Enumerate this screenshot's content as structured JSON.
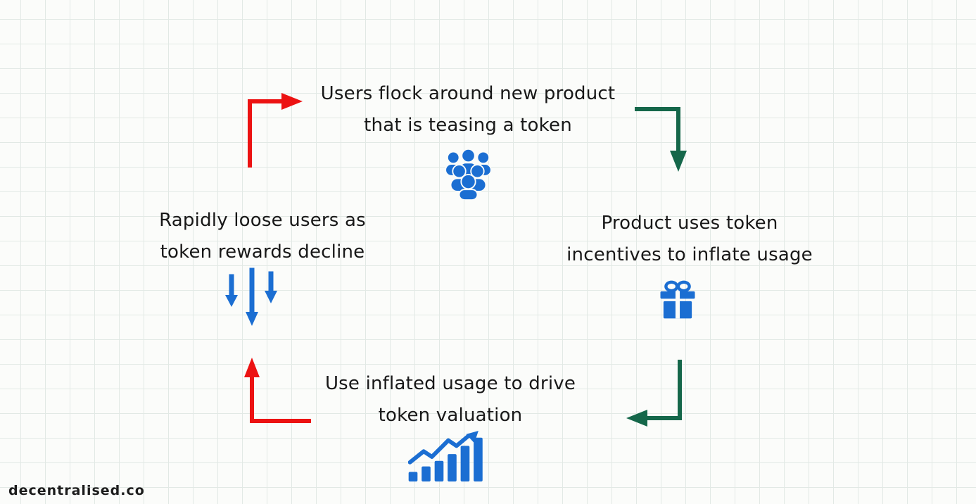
{
  "colors": {
    "red": "#ec1212",
    "green": "#15674a",
    "blue": "#1b6ed2",
    "ink": "#181818",
    "bg": "#fbfcfa",
    "grid": "#e2e9e5"
  },
  "nodes": {
    "top": {
      "line1": "Users flock around new product",
      "line2": "that is teasing a token",
      "icon": "users-icon"
    },
    "right": {
      "line1": "Product uses token",
      "line2": "incentives to inflate usage",
      "icon": "gift-icon"
    },
    "bottom": {
      "line1": "Use inflated usage to drive",
      "line2": "token valuation",
      "icon": "growth-chart-icon"
    },
    "left": {
      "line1": "Rapidly loose users as",
      "line2": "token rewards decline",
      "icon": "declining-arrows-icon"
    }
  },
  "arrows": [
    {
      "name": "arrow-top-left",
      "color": "red",
      "direction": "up-then-right"
    },
    {
      "name": "arrow-top-right",
      "color": "green",
      "direction": "right-then-down"
    },
    {
      "name": "arrow-bottom-right",
      "color": "green",
      "direction": "down-then-left"
    },
    {
      "name": "arrow-bottom-left",
      "color": "red",
      "direction": "left-then-up"
    }
  ],
  "watermark": "decentralised.co"
}
